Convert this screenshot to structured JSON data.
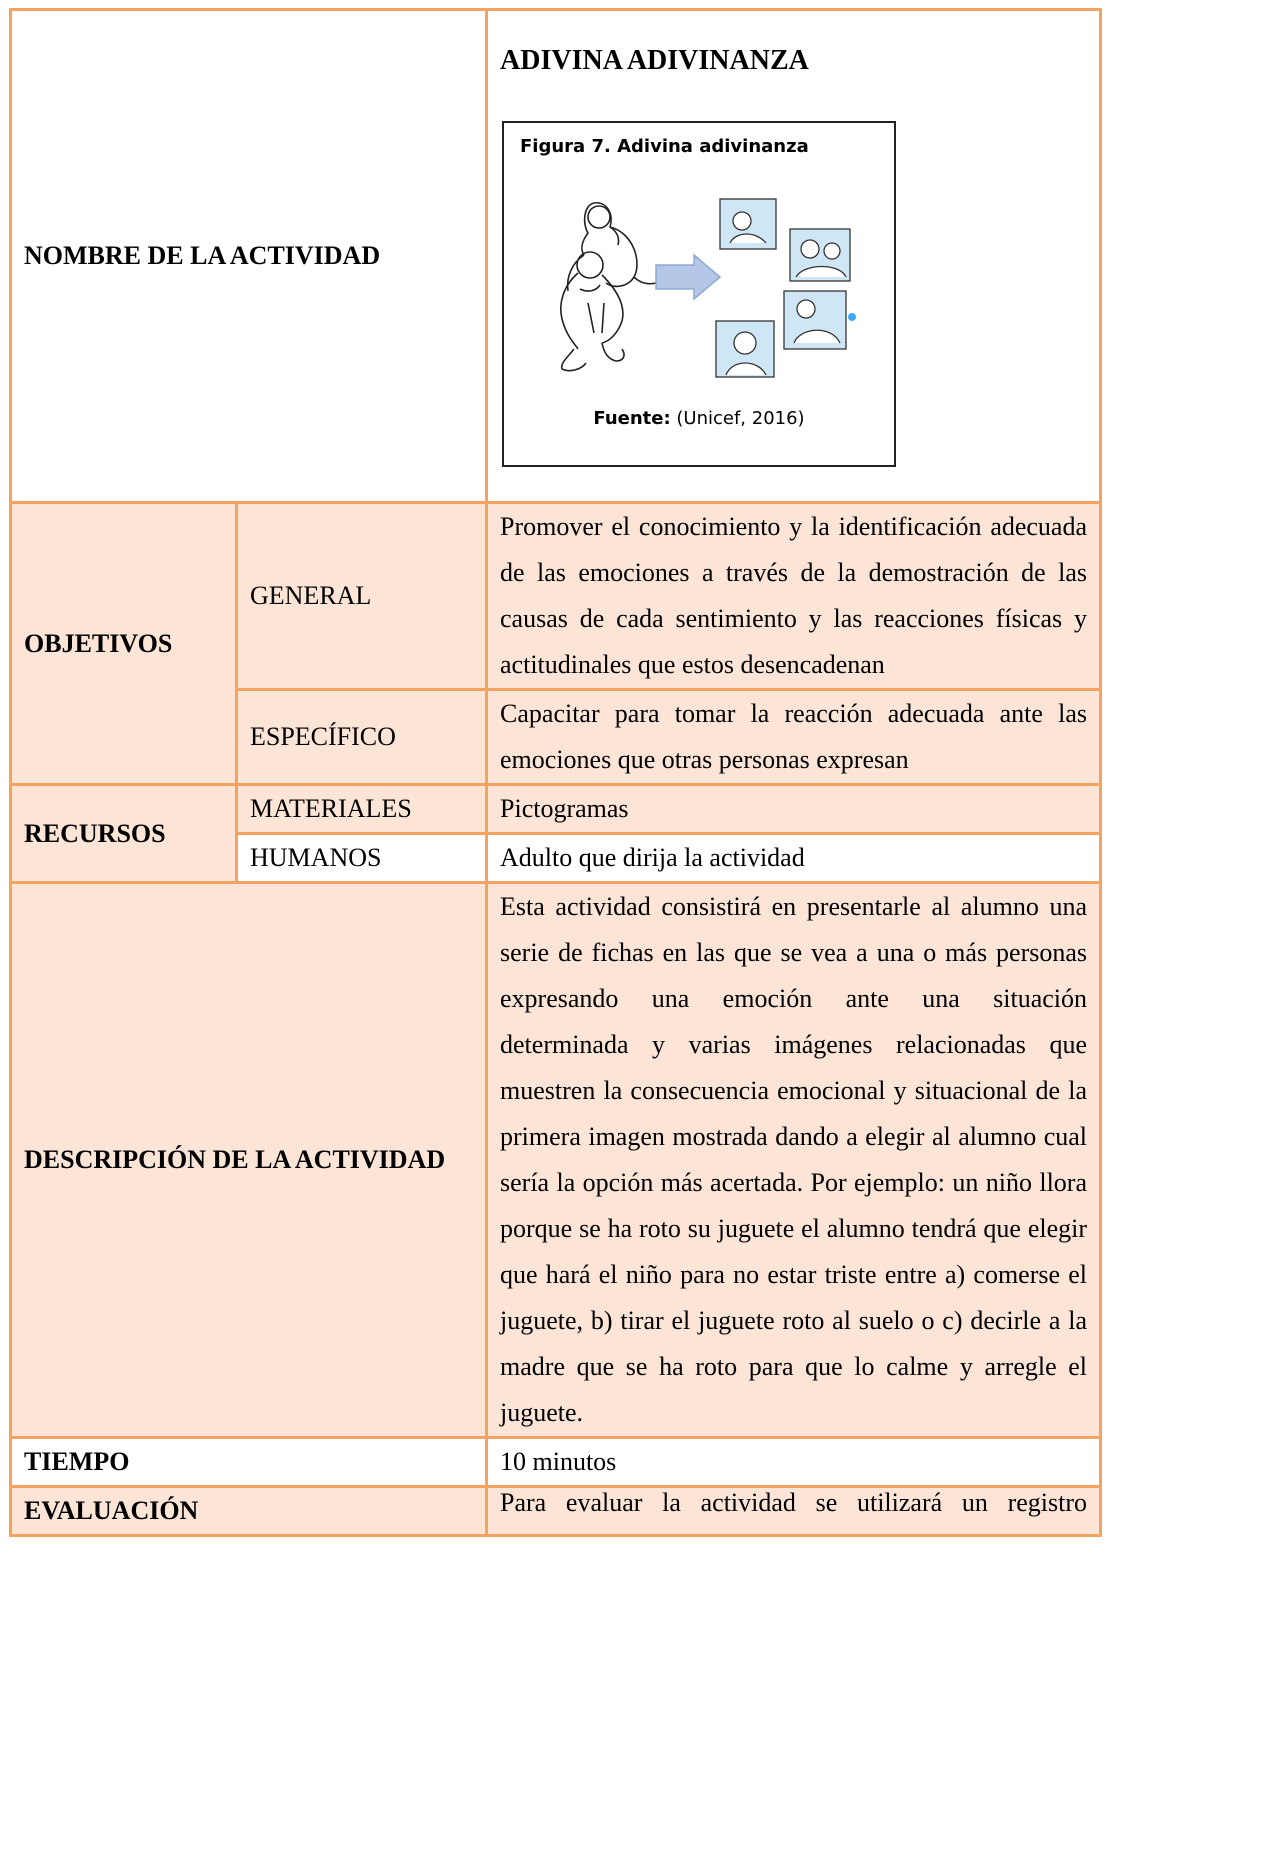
{
  "activity": {
    "name_label": "NOMBRE DE LA ACTIVIDAD",
    "title": "ADIVINA ADIVINANZA",
    "figure": {
      "caption": "Figura 7. Adivina adivinanza",
      "source_label": "Fuente:",
      "source_text": " (Unicef, 2016)"
    }
  },
  "objectives": {
    "label": "OBJETIVOS",
    "general_label": "GENERAL",
    "general_text": "Promover el conocimiento y la identificación adecuada de las emociones a través de la demostración de las causas de cada sentimiento y las reacciones físicas y actitudinales que estos desencadenan",
    "specific_label": "ESPECÍFICO",
    "specific_text": "Capacitar para tomar la reacción adecuada ante las emociones que otras personas expresan"
  },
  "resources": {
    "label": "RECURSOS",
    "materials_label": "MATERIALES",
    "materials_text": "Pictogramas",
    "human_label": "HUMANOS",
    "human_text": "Adulto que dirija la actividad"
  },
  "description": {
    "label": "DESCRIPCIÓN DE LA ACTIVIDAD",
    "text": "Esta actividad consistirá en presentarle al alumno una serie de fichas en las que se vea a una o más personas expresando una emoción ante una situación determinada y varias imágenes relacionadas que muestren la consecuencia emocional y situacional de la primera imagen mostrada dando a elegir al alumno cual sería la opción más acertada. Por ejemplo:  un niño llora porque se ha roto su juguete el alumno tendrá que elegir que hará el niño para no estar triste entre a) comerse el juguete, b) tirar el juguete roto al suelo o c) decirle a la madre que se ha roto para que lo calme y arregle el juguete."
  },
  "time": {
    "label": "TIEMPO",
    "value": "10 minutos"
  },
  "evaluation": {
    "label": "EVALUACIÓN",
    "text": "Para evaluar la actividad se utilizará un registro"
  },
  "colors": {
    "border": "#f4a460",
    "peach_fill": "#fce4d6",
    "arrow_fill": "#b4c7e7"
  }
}
